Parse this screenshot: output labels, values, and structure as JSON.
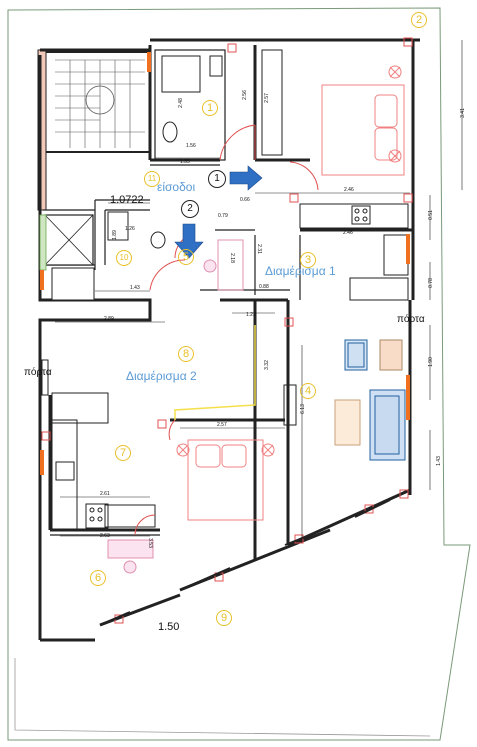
{
  "labels": {
    "entrances": "είσοδοι",
    "apartment1": "Διαμέρισμα 1",
    "apartment2": "Διαμέρισμα 2",
    "door_right": "πόρτα",
    "door_left": "πόρτα",
    "scale_value": "1.50",
    "dim_1072": "1.0722"
  },
  "entrance_markers": [
    "1",
    "2"
  ],
  "room_numbers": {
    "r1": "1",
    "r2": "2",
    "r3": "3",
    "r4": "4",
    "r6": "6",
    "r7": "7",
    "r8": "8",
    "r9": "9",
    "r10": "10",
    "r11": "11",
    "r5": "5"
  },
  "dimensions": {
    "d_248": "2.48",
    "d_256": "2.56",
    "d_257": "2.57",
    "d_156": "1.56",
    "d_135": "1.35",
    "d_246a": "2.46",
    "d_246b": "2.46",
    "d_341": "3.41",
    "d_051": "0.51",
    "d_078": "0.78",
    "d_066": "0.66",
    "d_079": "0.79",
    "d_231": "2.31",
    "d_218": "2.18",
    "d_088": "0.88",
    "d_143a": "1.43",
    "d_289": "2.89",
    "d_123": "1.23",
    "d_332": "3.32",
    "d_257b": "2.57",
    "d_613": "6.13",
    "d_190": "1.90",
    "d_143b": "1.43",
    "d_261": "2.61",
    "d_263": "2.63",
    "d_353": "3.53",
    "d_126": "1.26",
    "d_189": "1.89"
  },
  "colors": {
    "wall": "#222222",
    "door_red": "#e05050",
    "bed_pink": "#f08080",
    "furniture_blue": "#2060a0",
    "arrow_blue": "#2f6fc4",
    "accent_orange": "#f07020",
    "room_number_yellow": "#e8c02a",
    "label_blue": "#5b9bd5",
    "balcony_green": "#6aa84f"
  }
}
